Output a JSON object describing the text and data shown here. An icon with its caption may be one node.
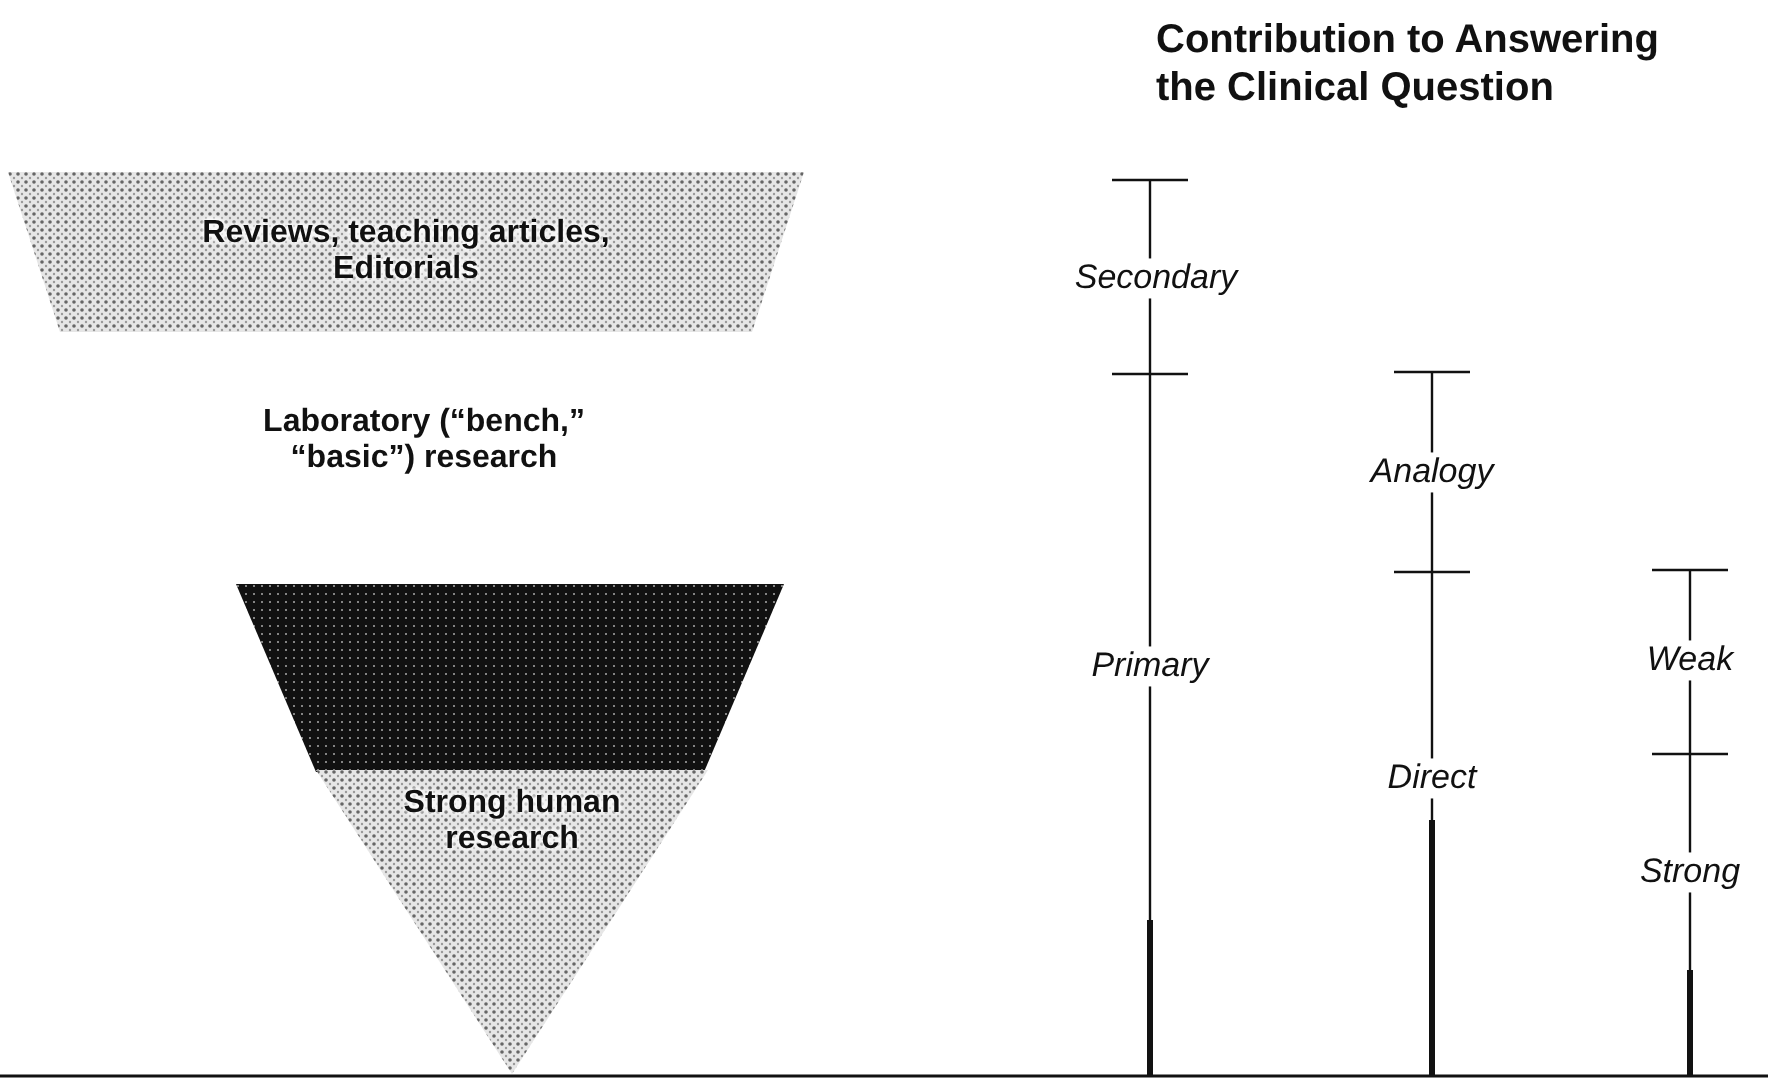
{
  "diagram": {
    "title": "Contribution to Answering the Clinical Question",
    "nodes": [
      {
        "text": [
          "Reviews, teaching articles, Editorials"
        ]
      },
      {
        "text": [],
        "shape": "trapezoid"
      },
      {
        "text": [
          "Strong human research"
        ]
      }
    ],
    "edges": [],
    "labels": [
      "Secondary",
      "Laboratory (“bench,” “basic”) research",
      "Analogy",
      "Primary",
      "Weak",
      "Direct",
      "Strong"
    ]
  }
}
